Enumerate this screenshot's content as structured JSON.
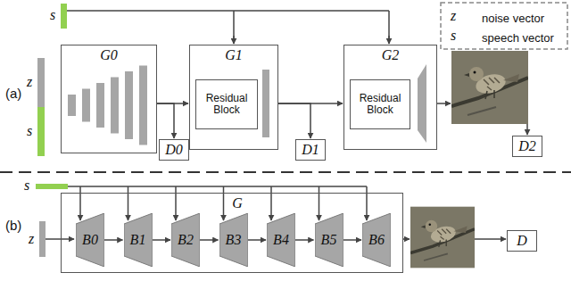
{
  "diagram": {
    "nodes": [
      {
        "text": [
          "G0"
        ]
      },
      {
        "text": [
          "G1"
        ]
      },
      {
        "text": [
          "Residual Block"
        ],
        "in": 1
      },
      {
        "text": [
          "G2"
        ]
      },
      {
        "text": [
          "Residual Block"
        ],
        "in": 3
      },
      {
        "text": [
          "D0"
        ]
      },
      {
        "text": [
          "D1"
        ]
      },
      {
        "text": [
          "D2"
        ]
      },
      {
        "text": [
          "G"
        ]
      },
      {
        "text": [
          "B0"
        ],
        "in": 8
      },
      {
        "text": [
          "B1"
        ],
        "in": 8
      },
      {
        "text": [
          "B2"
        ],
        "in": 8
      },
      {
        "text": [
          "B3"
        ],
        "in": 8
      },
      {
        "text": [
          "B4"
        ],
        "in": 8
      },
      {
        "text": [
          "B5"
        ],
        "in": 8
      },
      {
        "text": [
          "B6"
        ],
        "in": 8
      },
      {
        "text": [
          "D"
        ]
      }
    ],
    "edges": [
      {
        "from": 0,
        "to": 1,
        "arrow": "to"
      },
      {
        "from": 1,
        "to": 3,
        "arrow": "to"
      },
      {
        "from": 0,
        "to": 5,
        "arrow": "to"
      },
      {
        "from": 1,
        "to": 6,
        "arrow": "to"
      },
      {
        "from": 9,
        "to": 10,
        "arrow": "to"
      },
      {
        "from": 10,
        "to": 11,
        "arrow": "to"
      },
      {
        "from": 11,
        "to": 12,
        "arrow": "to"
      },
      {
        "from": 12,
        "to": 13,
        "arrow": "to"
      },
      {
        "from": 13,
        "to": 14,
        "arrow": "to"
      },
      {
        "from": 14,
        "to": 15,
        "arrow": "to"
      }
    ],
    "labels": [
      "s",
      "z",
      "s",
      "(a)",
      "z",
      "s",
      "(b)",
      "s",
      "z"
    ],
    "legend": [
      {
        "text": "noise vector"
      },
      {
        "text": "speech vector"
      }
    ]
  }
}
